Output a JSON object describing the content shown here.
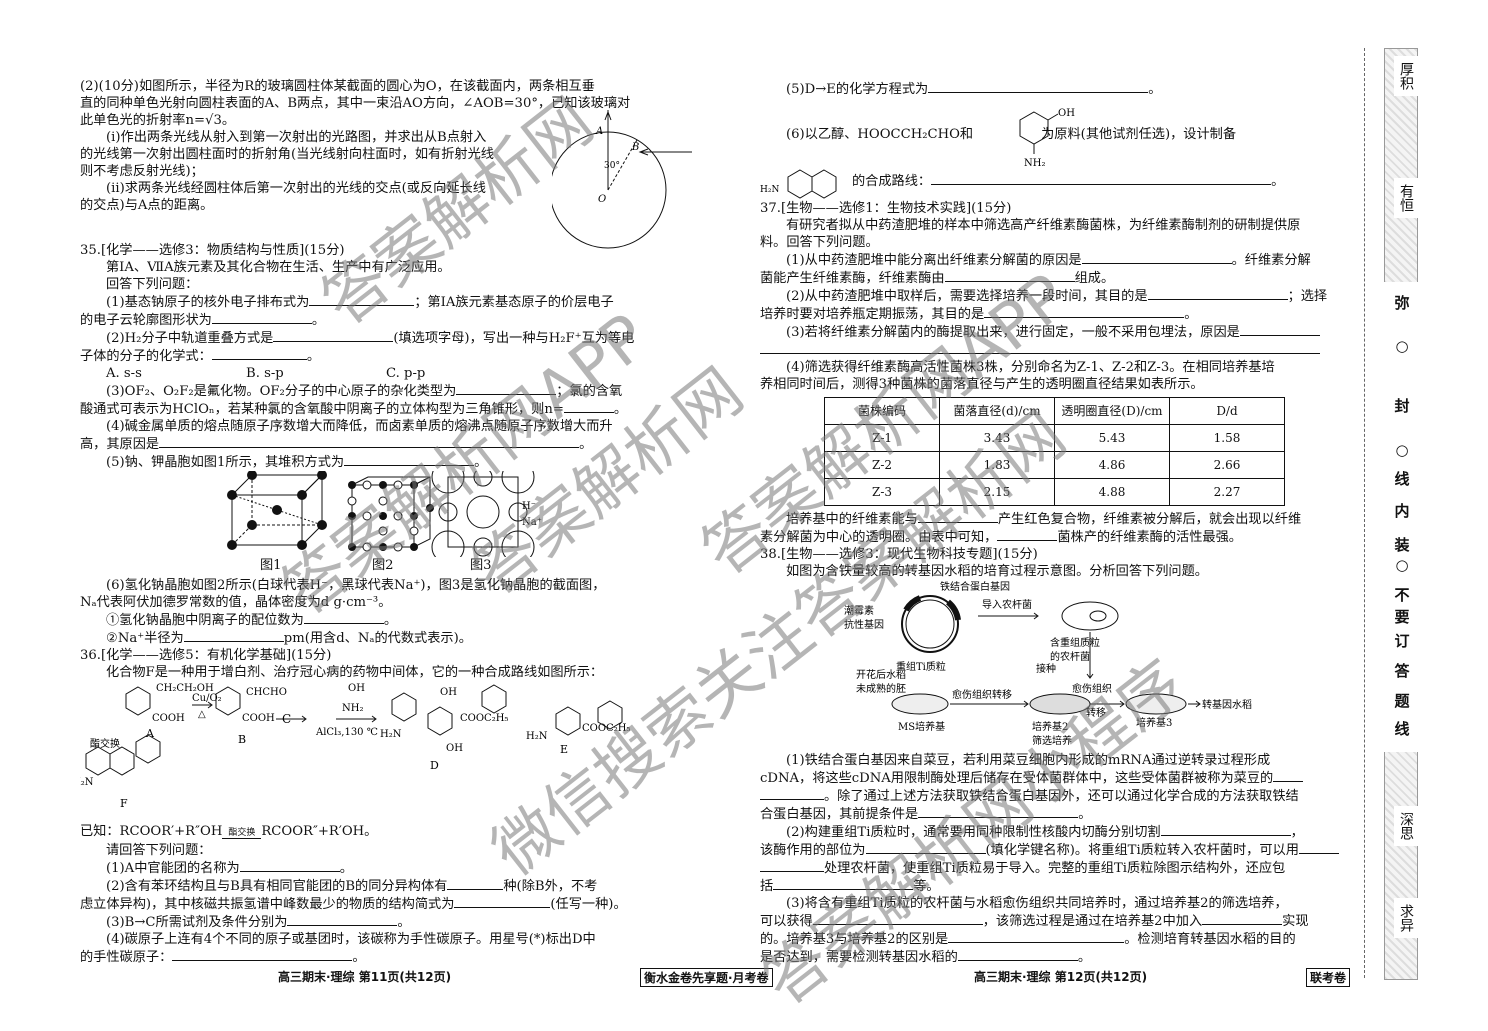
{
  "left": {
    "q34": [
      "(2)(10分)如图所示，半径为R的玻璃圆柱体某截面的圆心为O，在该截面内，两条相互垂",
      "直的同种单色光射向圆柱表面的A、B两点，其中一束沿AO方向，∠AOB=30°，已知该玻璃对",
      "此单色光的折射率n=√3。",
      "(ⅰ)作出两条光线从射入到第一次射出的光路图，并求出从B点射入",
      "的光线第一次射出圆柱面时的折射角(当光线射向柱面时，如有折射光线",
      "则不考虑反射光线)；",
      "(ⅱ)求两条光线经圆柱体后第一次射出的光线的交点(或反向延长线",
      "的交点)与A点的距离。"
    ],
    "fig34": {
      "a": "A",
      "b": "B",
      "o": "O",
      "angle": "30°"
    },
    "q35": [
      "35.[化学——选修3：物质结构与性质](15分)",
      "第ⅠA、ⅦA族元素及其化合物在生活、生产中有广泛应用。",
      "回答下列问题：",
      "(1)基态钠原子的核外电子排布式为",
      "；第ⅠA族元素基态原子的价层电子",
      "的电子云轮廓图形状为",
      "。",
      "(2)H₂分子中轨道重叠方式是",
      "(填选项字母)，写出一种与H₂F⁺互为等电",
      "子体的分子的化学式：",
      "。",
      "A. s-s",
      "B. s-p",
      "C. p-p",
      "(3)OF₂、O₂F₂是氟化物。OF₂分子的中心原子的杂化类型为",
      "；氯的含氧",
      "酸通式可表示为HClOₙ，若某种氯的含氧酸中阴离子的立体构型为三角锥形，则n=",
      "。",
      "(4)碱金属单质的熔点随原子序数增大而降低，而卤素单质的熔沸点随原子序数增大而升",
      "高，其原因是",
      "。",
      "(5)钠、钾晶胞如图1所示，其堆积方式为",
      "。"
    ],
    "fig35": [
      "图1",
      "图2",
      "图3",
      "H⁻",
      "Na⁺"
    ],
    "q35b": [
      "(6)氢化钠晶胞如图2所示(白球代表H⁻，黑球代表Na⁺)，图3是氢化钠晶胞的截面图，",
      "Nₐ代表阿伏加德罗常数的值，晶体密度为d g·cm⁻³。",
      "①氢化钠晶胞中阴离子的配位数为",
      "。",
      "②Na⁺半径为",
      "pm(用含d、Nₐ的代数式表示)。"
    ],
    "q36": [
      "36.[化学——选修5：有机化学基础](15分)",
      "化合物F是一种用于增白剂、治疗冠心病的药物中间体，它的一种合成路线如图所示："
    ],
    "scheme": [
      "Cu/O₂",
      "△",
      "C",
      "AlCl₃,130 ℃",
      "酯交换",
      "A",
      "B",
      "D",
      "E",
      "F",
      "CH₂CH₂OH",
      "COOH",
      "CHCHO",
      "NH₂",
      "OH",
      "COOC₂H₅",
      "H₂N"
    ],
    "q36b": [
      "已知：RCOOR′+R″OH",
      "酯交换",
      "RCOOR″+R′OH。",
      "请回答下列问题：",
      "(1)A中官能团的名称为",
      "。",
      "(2)含有苯环结构且与B具有相同官能团的B的同分异构体有",
      "种(除B外，不考",
      "虑立体异构)，其中核磁共振氢谱中峰数最少的物质的结构简式为",
      "(任写一种)。",
      "(3)B→C所需试剂及条件分别为",
      "。",
      "(4)碳原子上连有4个不同的原子或基团时，该碳称为手性碳原子。用星号(*)标出D中",
      "的手性碳原子：",
      "。"
    ]
  },
  "right": {
    "q36c": [
      "(5)D→E的化学方程式为",
      "。",
      "(6)以乙醇、HOOCCH₂CHO和",
      "为原料(其他试剂任选)，设计制备",
      "的合成路线：",
      "。"
    ],
    "mol": [
      "OH",
      "NH₂",
      "H₂N"
    ],
    "q37": [
      "37.[生物——选修1：生物技术实践](15分)",
      "有研究者拟从中药渣肥堆的样本中筛选高产纤维素酶菌株，为纤维素酶制剂的研制提供原",
      "料。回答下列问题。",
      "(1)从中药渣肥堆中能分离出纤维素分解菌的原因是",
      "。纤维素分解",
      "菌能产生纤维素酶，纤维素酶由",
      "组成。",
      "(2)从中药渣肥堆中取样后，需要选择培养一段时间，其目的是",
      "；选择",
      "培养时要对培养瓶定期振荡，其目的是",
      "。",
      "(3)若将纤维素分解菌内的酶提取出来，进行固定，一般不采用包埋法，原因是",
      "(4)筛选获得纤维素酶高活性菌株3株，分别命名为Z-1、Z-2和Z-3。在相同培养基培",
      "养相同时间后，测得3种菌株的菌落直径与产生的透明圈直径结果如表所示。"
    ],
    "table": {
      "headers": [
        "菌株编码",
        "菌落直径(d)/cm",
        "透明圈直径(D)/cm",
        "D/d"
      ],
      "rows": [
        [
          "Z-1",
          "3.43",
          "5.43",
          "1.58"
        ],
        [
          "Z-2",
          "1.83",
          "4.86",
          "2.66"
        ],
        [
          "Z-3",
          "2.15",
          "4.88",
          "2.27"
        ]
      ]
    },
    "q37b": [
      "培养基中的纤维素能与",
      "产生红色复合物，纤维素被分解后，就会出现以纤维",
      "素分解菌为中心的透明圈。由表中可知，",
      "菌株产的纤维素酶的活性最强。"
    ],
    "q38": [
      "38.[生物——选修3：现代生物科技专题](15分)",
      "如图为含铁量较高的转基因水稻的培育过程示意图。分析回答下列问题。"
    ],
    "fig38": [
      "铁结合蛋白基因",
      "导入农杆菌",
      "潮霉素",
      "抗性基因",
      "重组Ti质粒",
      "含重组质粒",
      "的农杆菌",
      "开花后水稻",
      "未成熟的胚",
      "接种",
      "愈伤组织转移",
      "愈伤组织",
      "转移",
      "MS培养基",
      "培养基2",
      "筛选培养",
      "培养基3",
      "转基因水稻"
    ],
    "q38b": [
      "(1)铁结合蛋白基因来自菜豆，若利用菜豆细胞内形成的mRNA通过逆转录过程形成",
      "cDNA，将这些cDNA用限制酶处理后储存在受体菌群体中，这些受体菌群被称为菜豆的",
      "。除了通过上述方法获取铁结合蛋白基因外，还可以通过化学合成的方法获取铁结",
      "合蛋白基因，其前提条件是",
      "。",
      "(2)构建重组Ti质粒时，通常要用同种限制性核酸内切酶分别切割",
      "，",
      "该酶作用的部位为",
      "(填化学键名称)。将重组Ti质粒转入农杆菌时，可以用",
      "处理农杆菌，使重组Ti质粒易于导入。完整的重组Ti质粒除图示结构外，还应包",
      "括",
      "等。",
      "(3)将含有重组Ti质粒的农杆菌与水稻愈伤组织共同培养时，通过培养基2的筛选培养，",
      "可以获得",
      "，该筛选过程是通过在培养基2中加入",
      "实现",
      "的。培养基3与培养基2的区别是",
      "。检测培育转基因水稻的目的",
      "是否达到，需要检测转基因水稻的",
      "。"
    ]
  },
  "footer": {
    "left": "高三期末·理综 第11页(共12页)",
    "mid": "衡水金卷先享题·月考卷",
    "right": "高三期末·理综 第12页(共12页)",
    "badge": "联考卷"
  },
  "strip": {
    "words": [
      "厚积",
      "有恒",
      "深思",
      "求异"
    ],
    "seal": [
      "弥",
      "封",
      "线",
      "内",
      "不",
      "要",
      "答",
      "题"
    ],
    "seal_top": "弥",
    "seal_mid": [
      "装",
      "订"
    ],
    "seal_last": "线"
  },
  "watermarks": [
    "答案解析网",
    "答案解析网APP",
    "答案解析网",
    "微信搜索关注答案解析网",
    "答案解析网APP",
    "答案解析网小程序"
  ]
}
